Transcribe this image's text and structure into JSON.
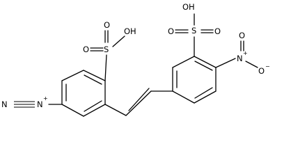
{
  "molecule": {
    "labels": {
      "oh_left": "OH",
      "oh_right": "OH",
      "s_left": "S",
      "s_right": "S",
      "o_left_a": "O",
      "o_left_b": "O",
      "o_right_a": "O",
      "o_right_b": "O",
      "n_nitro": "N",
      "n_nitro_charge": "+",
      "o_nitro_double": "O",
      "o_nitro_single": "O",
      "o_nitro_charge": "−",
      "n_diazo_outer": "N",
      "n_diazo_inner": "N",
      "n_diazo_charge": "+"
    },
    "colors": {
      "ink": "#000000",
      "background": "#ffffff"
    }
  }
}
